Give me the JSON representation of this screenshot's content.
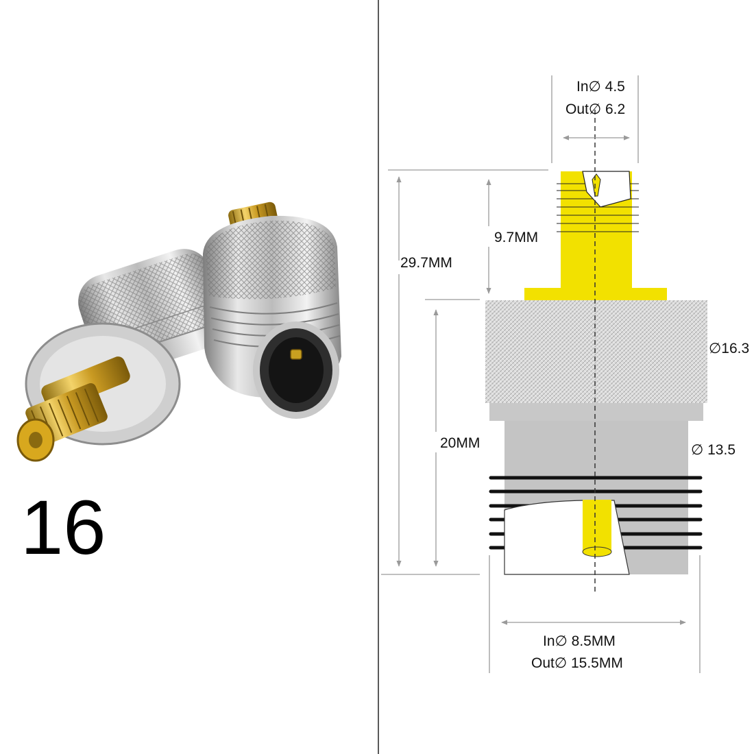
{
  "photo": {
    "label": "16"
  },
  "drawing": {
    "pin_inner_dia": "In∅ 4.5",
    "pin_outer_dia": "Out∅ 6.2",
    "pin_length": "9.7MM",
    "total_length": "29.7MM",
    "body_length": "20MM",
    "knurl_dia": "∅16.3",
    "body_dia": "∅ 13.5",
    "bore_inner_dia": "In∅ 8.5MM",
    "bore_outer_dia": "Out∅ 15.5MM"
  },
  "colors": {
    "gold": "#f2e100",
    "silver_light": "#d8d8d8",
    "silver_mid": "#c4c4c4",
    "silver_dark": "#9a9a9a",
    "thread": "#111111",
    "dim_line": "#9a9a9a"
  }
}
